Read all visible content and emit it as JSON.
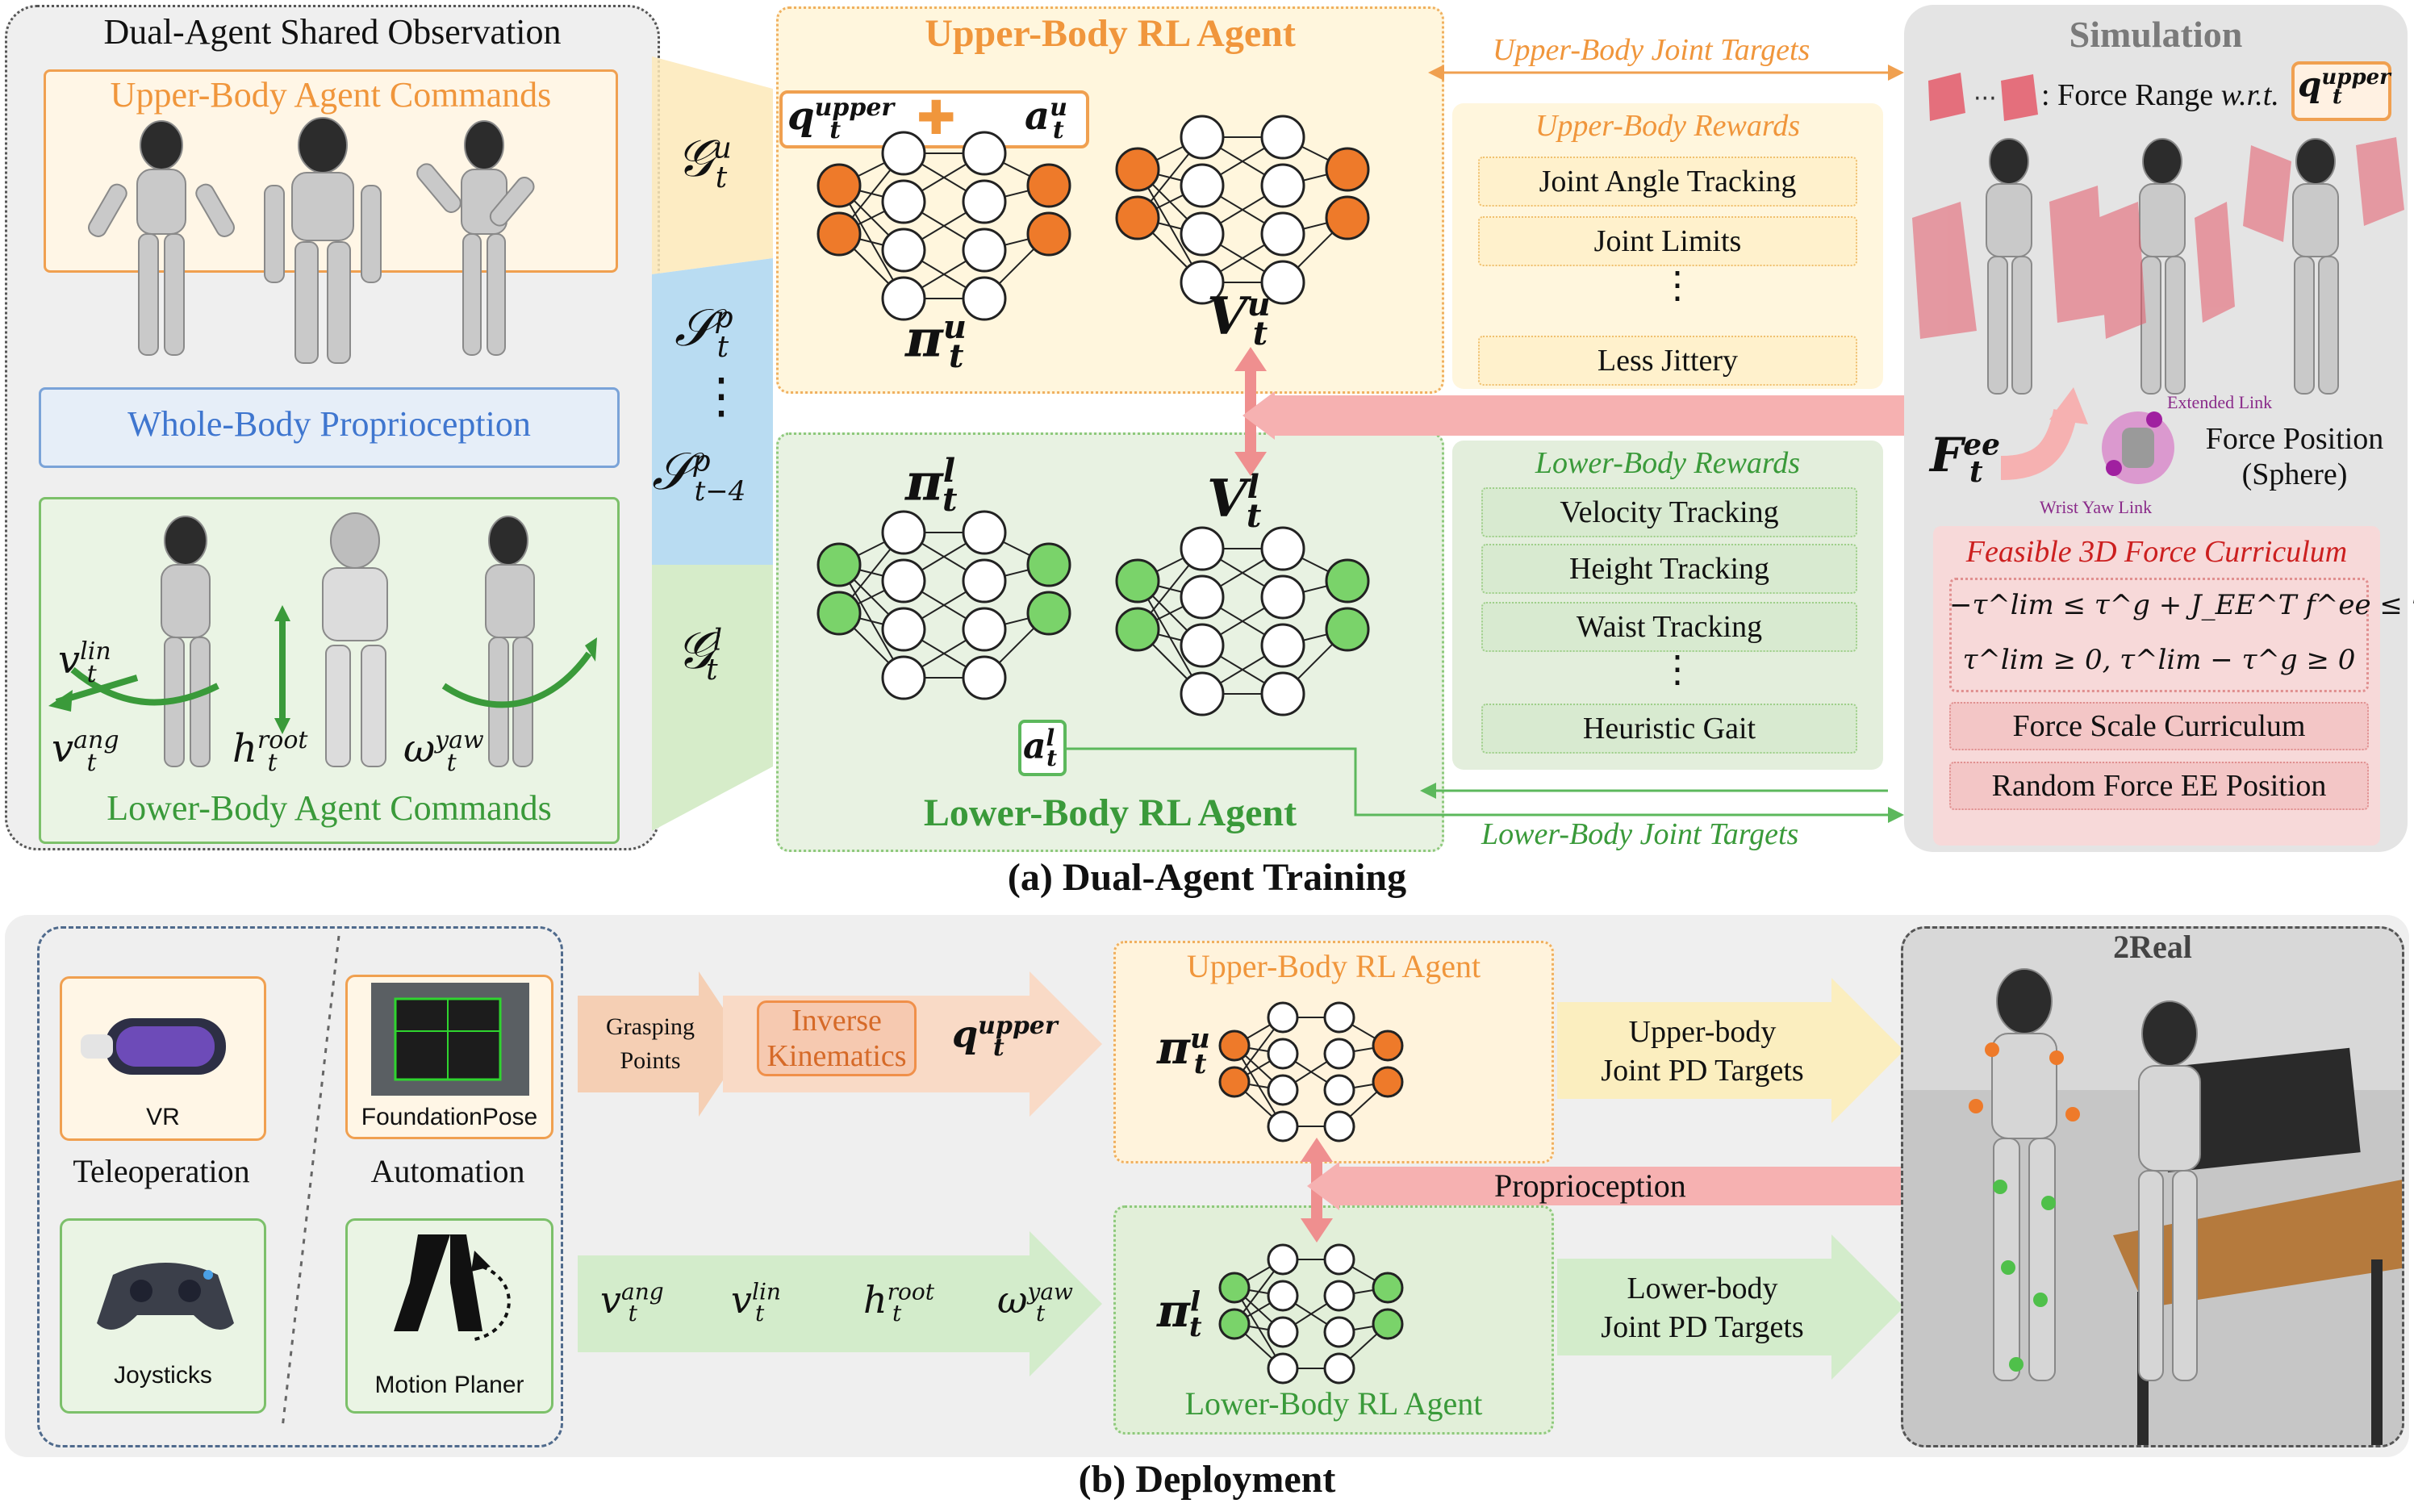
{
  "colors": {
    "orange": "#f0a050",
    "orange_dark": "#e67e22",
    "green": "#5cb85c",
    "green_dark": "#3a9a3a",
    "blue": "#4a7fd4",
    "red_arrow": "#f3a6a6",
    "yellow_bg": "#fff6dd",
    "green_bg": "#eaf4e4",
    "gray_bg": "#e4e4e4",
    "red_text": "#cc1f1f"
  },
  "training": {
    "shared_obs_title": "Dual-Agent Shared Observation",
    "upper_commands": "Upper-Body Agent Commands",
    "proprioception": "Whole-Body Proprioception",
    "lower_commands": "Lower-Body Agent Commands",
    "cmd_vlin": "v",
    "cmd_vang": "v",
    "cmd_hroot": "h",
    "cmd_wyaw": "ω",
    "sup_lin": "lin",
    "sup_ang": "ang",
    "sup_root": "root",
    "sup_yaw": "yaw",
    "sub_t": "t",
    "g_upper": "𝒢",
    "g_upper_sup": "u",
    "s_p": "𝒮",
    "s_p_sup": "p",
    "dots": "⋮",
    "s_p4": "𝒮",
    "s_p4_sub": "t−4",
    "g_lower": "𝒢",
    "g_lower_sup": "l",
    "upper_agent_title": "Upper-Body RL Agent",
    "lower_agent_title": "Lower-Body RL Agent",
    "q_upper": "q",
    "q_upper_sup": "upper",
    "plus": "✚",
    "a_u": "a",
    "a_u_sup": "u",
    "pi_u": "π",
    "pi_u_sup": "u",
    "v_u": "V",
    "v_u_sup": "u",
    "pi_l": "π",
    "pi_l_sup": "l",
    "v_l": "V",
    "v_l_sup": "l",
    "a_l": "a",
    "a_l_sup": "l",
    "upper_joint_targets": "Upper-Body Joint Targets",
    "lower_joint_targets": "Lower-Body Joint Targets",
    "upper_rewards_title": "Upper-Body Rewards",
    "upper_rewards": [
      "Joint Angle Tracking",
      "Joint Limits",
      "Less Jittery"
    ],
    "lower_rewards_title": "Lower-Body Rewards",
    "lower_rewards": [
      "Velocity Tracking",
      "Height Tracking",
      "Waist Tracking",
      "Heuristic Gait"
    ],
    "simulation_title": "Simulation",
    "force_range_label": ": Force Range ",
    "force_range_wrt": "w.r.t.",
    "force_sym": "F",
    "force_sym_sup": "ee",
    "extended_link": "Extended Link",
    "wrist_yaw_link": "Wrist Yaw Link",
    "force_position": "Force Position",
    "force_position_sub": "(Sphere)",
    "curriculum_title": "Feasible 3D Force Curriculum",
    "eq1": "−τ^lim ≤ τ^g + J_EE^T f^ee ≤ τ^lim",
    "eq2": "τ^lim ≥ 0, τ^lim − τ^g ≥ 0",
    "force_scale": "Force Scale Curriculum",
    "random_force": "Random Force EE Position",
    "caption": "(a) Dual-Agent Training"
  },
  "deployment": {
    "vr": "VR",
    "teleoperation": "Teleoperation",
    "foundationpose": "FoundationPose",
    "automation": "Automation",
    "joysticks": "Joysticks",
    "motion_planer": "Motion Planer",
    "grasping_points": "Grasping\nPoints",
    "inverse_kinematics": "Inverse\nKinematics",
    "q_upper": "q",
    "q_upper_sup": "upper",
    "upper_agent_title": "Upper-Body RL Agent",
    "lower_agent_title": "Lower-Body RL Agent",
    "pi_u": "π",
    "pi_u_sup": "u",
    "pi_l": "π",
    "pi_l_sup": "l",
    "upper_targets": "Upper-body\nJoint PD Targets",
    "lower_targets": "Lower-body\nJoint PD Targets",
    "proprioception": "Proprioception",
    "cmd_vang": "v",
    "cmd_vlin": "v",
    "cmd_hroot": "h",
    "cmd_wyaw": "ω",
    "sup_ang": "ang",
    "sup_lin": "lin",
    "sup_root": "root",
    "sup_yaw": "yaw",
    "sub_t": "t",
    "two_real": "2Real",
    "caption": "(b) Deployment"
  }
}
